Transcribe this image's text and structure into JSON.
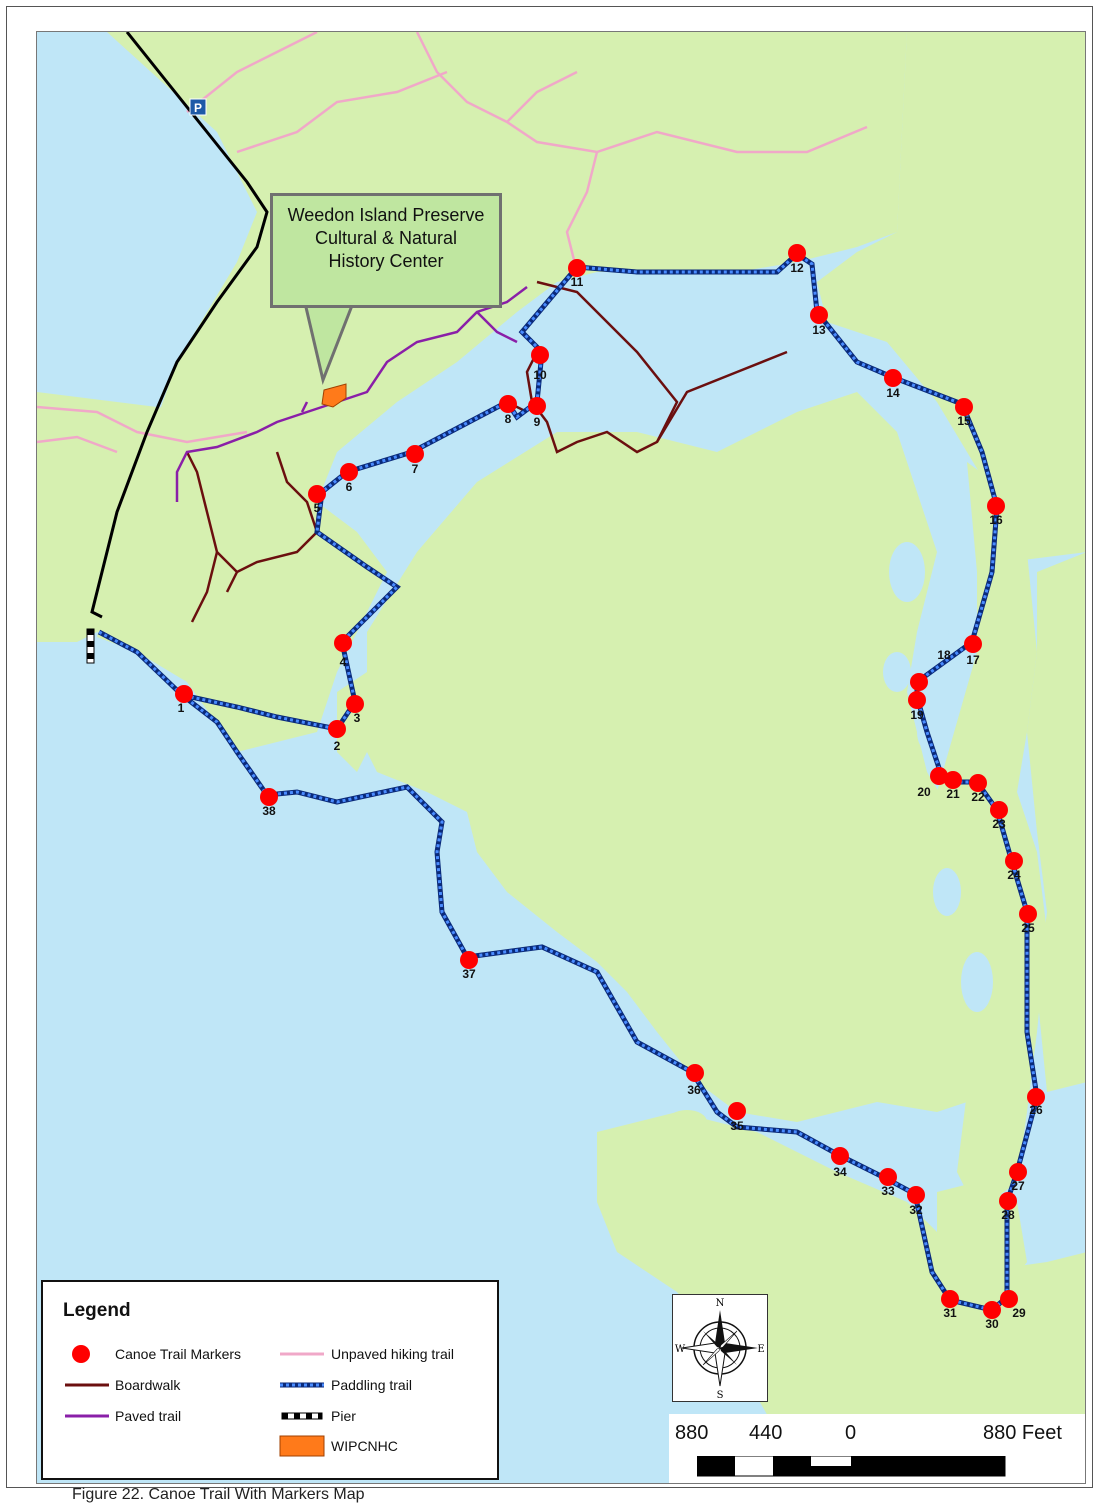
{
  "callout": {
    "line1": "Weedon Island Preserve",
    "line2": "Cultural & Natural",
    "line3": "History Center"
  },
  "parking_label": "P",
  "markers": [
    {
      "label": "1"
    },
    {
      "label": "2"
    },
    {
      "label": "3"
    },
    {
      "label": "4"
    },
    {
      "label": "5"
    },
    {
      "label": "6"
    },
    {
      "label": "7"
    },
    {
      "label": "8"
    },
    {
      "label": "9"
    },
    {
      "label": "10"
    },
    {
      "label": "11"
    },
    {
      "label": "12"
    },
    {
      "label": "13"
    },
    {
      "label": "14"
    },
    {
      "label": "15"
    },
    {
      "label": "16"
    },
    {
      "label": "17"
    },
    {
      "label": "18"
    },
    {
      "label": "19"
    },
    {
      "label": "20"
    },
    {
      "label": "21"
    },
    {
      "label": "22"
    },
    {
      "label": "23"
    },
    {
      "label": "24"
    },
    {
      "label": "25"
    },
    {
      "label": "26"
    },
    {
      "label": "27"
    },
    {
      "label": "28"
    },
    {
      "label": "29"
    },
    {
      "label": "30"
    },
    {
      "label": "31"
    },
    {
      "label": "32"
    },
    {
      "label": "33"
    },
    {
      "label": "34"
    },
    {
      "label": "35"
    },
    {
      "label": "36"
    },
    {
      "label": "37"
    },
    {
      "label": "38"
    }
  ],
  "legend": {
    "title": "Legend",
    "items": [
      {
        "label": "Canoe Trail Markers",
        "symbol": "red-dot"
      },
      {
        "label": "Unpaved hiking trail",
        "symbol": "pink-line"
      },
      {
        "label": "Boardwalk",
        "symbol": "brown-line"
      },
      {
        "label": "Paddling trail",
        "symbol": "blue-dashed-line"
      },
      {
        "label": "Paved trail",
        "symbol": "purple-line"
      },
      {
        "label": "Pier",
        "symbol": "checkered-line"
      },
      {
        "label": "WIPCNHC",
        "symbol": "orange-square"
      }
    ]
  },
  "compass": {
    "n": "N",
    "s": "S",
    "e": "E",
    "w": "W"
  },
  "scale": {
    "labels": [
      "880",
      "440",
      "0",
      "880 Feet"
    ]
  },
  "caption": "Figure 22. Canoe Trail With Markers Map",
  "colors": {
    "water": "#bfe6f7",
    "land": "#d6f0b0",
    "marker": "#ff0000",
    "boardwalk": "#6b0f0f",
    "paved_trail": "#8a1fa8",
    "unpaved_trail": "#f0a8c8",
    "paddling_trail": "#1f5fd6",
    "pier": "#000000",
    "center": "#ff7a1a"
  }
}
